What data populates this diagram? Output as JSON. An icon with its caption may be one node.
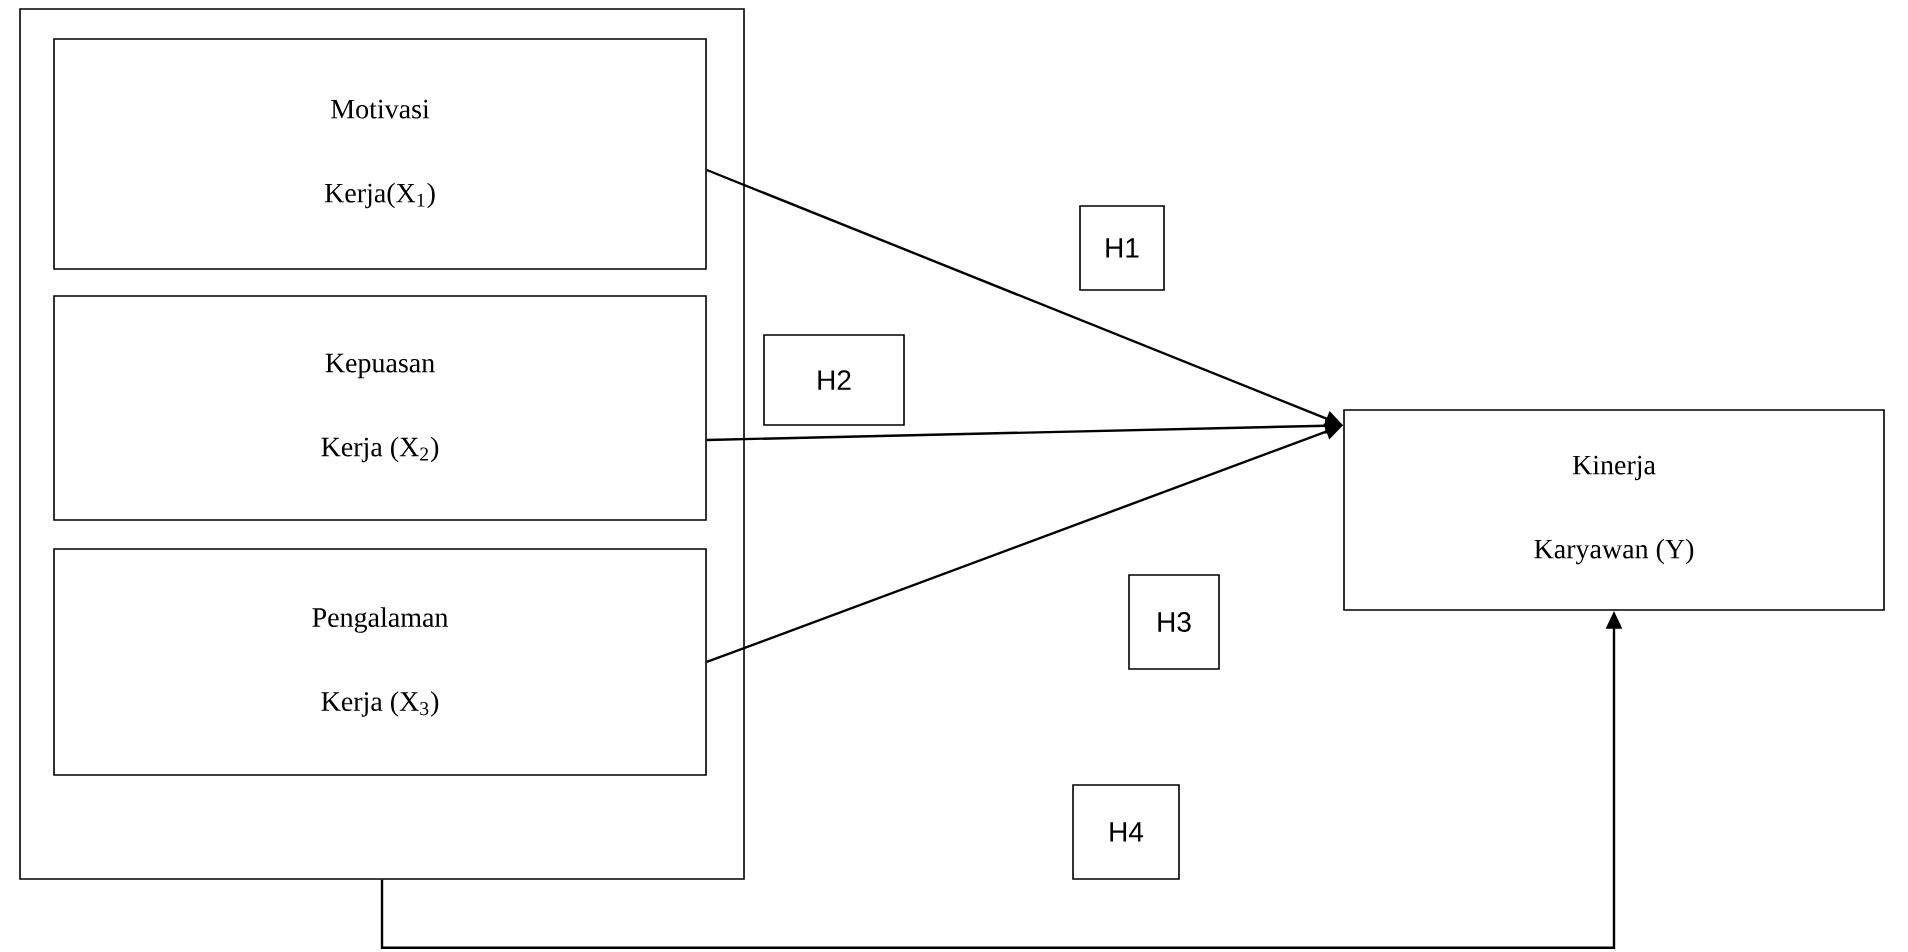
{
  "diagram": {
    "nodes": [
      {
        "text": [],
        "shape": "box"
      },
      {
        "text": [
          "Motivasi",
          "Kerja(X$_{1}$)"
        ],
        "in": 0
      },
      {
        "text": [
          "Kepuasan",
          "Kerja (X$_{2}$)"
        ],
        "in": 0
      },
      {
        "text": [
          "Pengalaman",
          "Kerja (X$_{3}$)"
        ],
        "in": 0
      },
      {
        "text": [
          "Kinerja",
          "Karyawan (Y)"
        ]
      }
    ],
    "edges": [
      {
        "from": 1,
        "to": 4,
        "arrow": "to",
        "label": "H1"
      },
      {
        "from": 2,
        "to": 4,
        "arrow": "to",
        "label": "H2"
      },
      {
        "from": 3,
        "to": 4,
        "arrow": "to",
        "label": "H3"
      },
      {
        "from": 0,
        "to": 4,
        "arrow": "to",
        "label": "H4"
      }
    ]
  }
}
